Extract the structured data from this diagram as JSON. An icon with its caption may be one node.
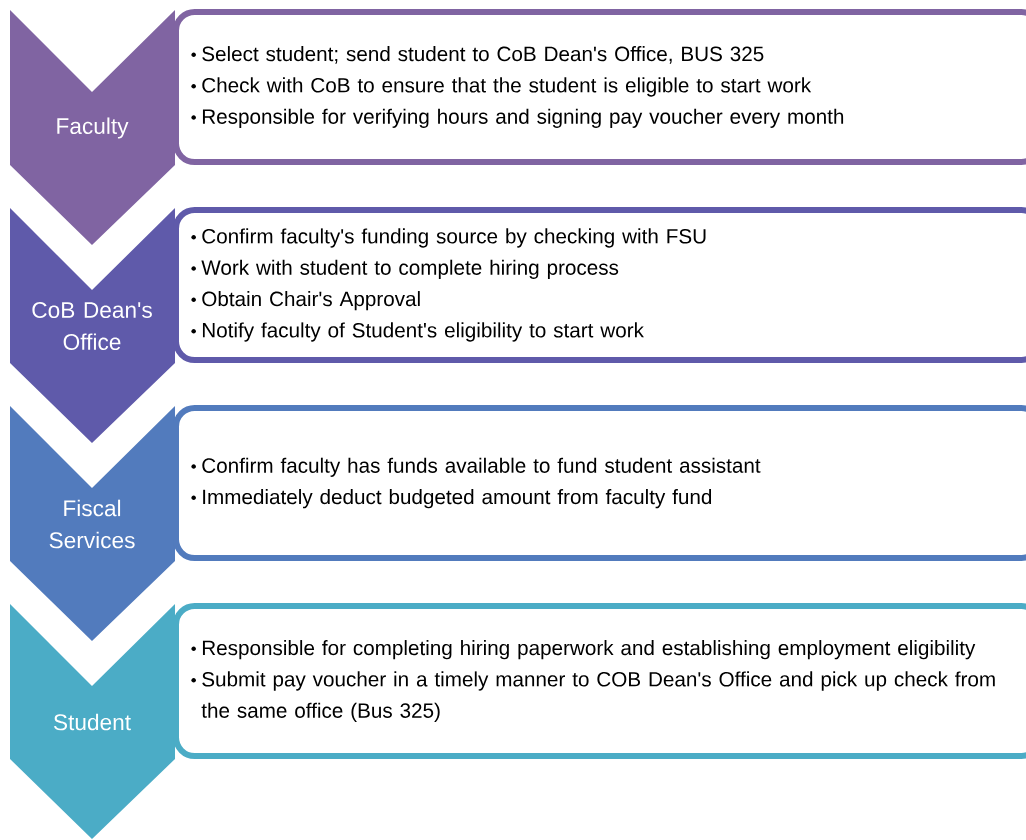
{
  "diagram": {
    "nodes": [
      {
        "text": [
          "Faculty"
        ]
      },
      {
        "text": [
          "Select student; send student to CoB Dean's Office, BUS 325",
          "Check with CoB to ensure that the student is eligible to start work",
          "Responsible for verifying hours and signing pay voucher every month"
        ]
      },
      {
        "text": [
          "CoB Dean's Office"
        ]
      },
      {
        "text": [
          "Confirm faculty's funding source by checking with FSU",
          "Work with student to complete hiring process",
          "Obtain Chair's Approval",
          "Notify faculty of Student's eligibility to start work"
        ]
      },
      {
        "text": [
          "Fiscal Services"
        ]
      },
      {
        "text": [
          "Confirm faculty has funds available to fund student assistant",
          "Immediately deduct budgeted amount from faculty fund"
        ]
      },
      {
        "text": [
          "Student"
        ]
      },
      {
        "text": [
          "Responsible for completing hiring paperwork and establishing employment eligibility",
          "Submit pay voucher in a timely manner to COB Dean's Office and pick up check from the same office (Bus 325)"
        ]
      }
    ]
  }
}
